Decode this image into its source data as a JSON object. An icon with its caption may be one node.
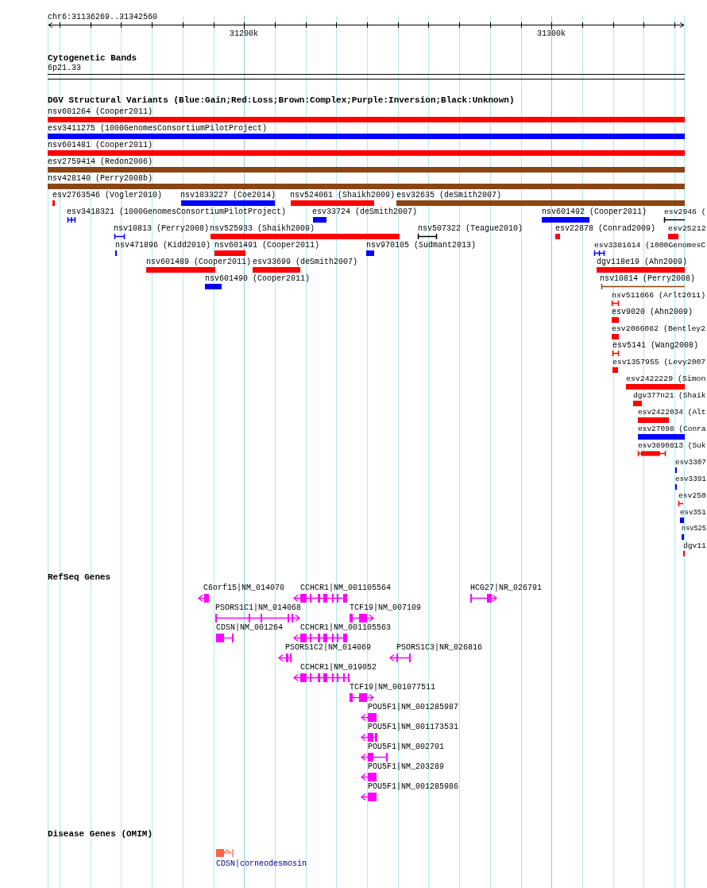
{
  "diagram": {
    "labels": [
      "chr6:31136269..31342560",
      "31200k",
      "31300k",
      "Cytogenetic Bands",
      "6p21.33",
      "DGV Structural Variants (Blue:Gain;Red:Loss;Brown:Complex;Purple:Inversion;Black:Unknown)",
      "nsv601264 (Cooper2011)",
      "esv3411275 (1000GenomesConsortiumPilotProject)",
      "nsv601481 (Cooper2011)",
      "esv2759414 (Redon2006)",
      "nsv428140 (Perry2008b)",
      "esv2763546 (Vogler2010)",
      "nsv1033227 (Coe2014)",
      "nsv524061 (Shaikh2009)",
      "esv32635 (deSmith2007)",
      "esv3418321 (1000GenomesConsortiumPilotProject)",
      "esv33724 (deSmith2007)",
      "nsv601492 (Cooper2011)",
      "esv2946 (",
      "nsv10813 (Perry2008)",
      "nsv525933 (Shaikh2009)",
      "nsv507322 (Teague2010)",
      "esv22878 (Conrad2009)",
      "esv25212",
      "nsv471896 (Kidd2010)",
      "nsv601491 (Cooper2011)",
      "nsv970105 (Sudmant2013)",
      "esv3381614 (1000GenomesC",
      "nsv601489 (Cooper2011)",
      "esv33699 (deSmith2007)",
      "dgv118e19 (Ahn2009)",
      "nsv601490 (Cooper2011)",
      "nsv10814 (Perry2008)",
      "nsv511866 (Arlt2011)",
      "esv9020 (Ahn2009)",
      "esv2086082 (Bentley2",
      "esv5141 (Wang2008)",
      "esv1357955 (Levy2007",
      "esv2422229 (Simon",
      "dgv377n21 (Shaik",
      "esv2422034 (Alt",
      "esv27098 (Conra",
      "esv3890813 (Suk",
      "esv3307",
      "esv3391",
      "esv250",
      "esv351",
      "nsv525",
      "dgv11",
      "RefSeq Genes",
      "C6orf15|NM_014070",
      "CCHCR1|NM_001105564",
      "HCG27|NR_026791",
      "PSORS1C1|NM_014068",
      "TCF19|NM_007109",
      "CDSN|NM_001264",
      "CCHCR1|NM_001105563",
      "PSORS1C2|NM_014069",
      "PSORS1C3|NR_026816",
      "CCHCR1|NM_019052",
      "TCF19|NM_001077511",
      "POU5F1|NM_001285987",
      "POU5F1|NM_001173531",
      "POU5F1|NM_002701",
      "POU5F1|NM_203289",
      "POU5F1|NM_001285986",
      "Disease Genes (OMIM)",
      "CDSN|corneodesmosin"
    ]
  }
}
